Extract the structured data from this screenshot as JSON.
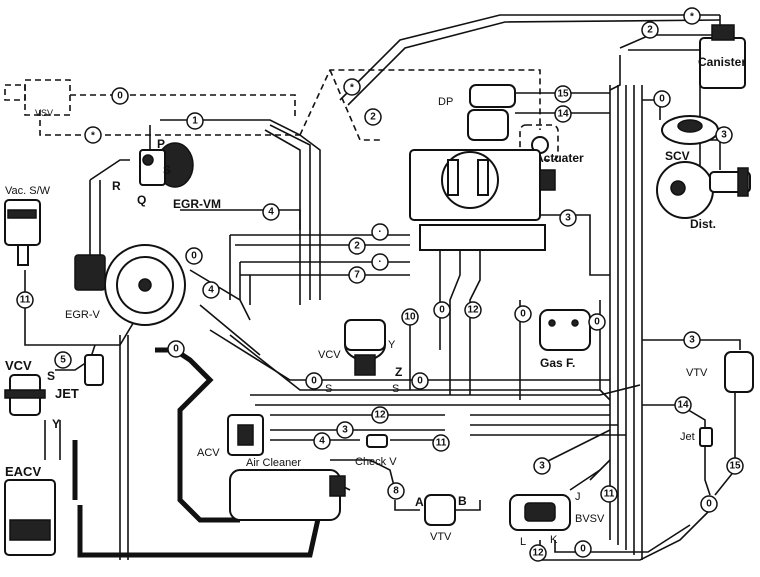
{
  "components": {
    "canister": "Canister",
    "vsv": "VSV",
    "dp": "DP",
    "actuater": "Actuater",
    "scv": "SCV",
    "dist": "Dist.",
    "vac_sw": "Vac. S/W",
    "egr_vm": "EGR-VM",
    "egr_v": "EGR-V",
    "vcv_left": "VCV",
    "jet_left": "JET",
    "eacv": "EACV",
    "vcv_mid": "VCV",
    "gas_f": "Gas  F.",
    "vtv_right": "VTV",
    "jet_right": "Jet",
    "acv": "ACV",
    "air_cleaner": "Air Cleaner",
    "check_v": "Check  V",
    "vtv_bottom": "VTV",
    "bvsv": "BVSV"
  },
  "port_letters": {
    "p": "P",
    "r": "R",
    "s_egr": "S",
    "q": "Q",
    "s_vcv": "S",
    "y_vcv": "Y",
    "y_mid": "Y",
    "z_mid": "Z",
    "s_mid_1": "S",
    "s_mid_2": "S",
    "a": "A",
    "b": "B",
    "j": "J",
    "l": "L",
    "k": "K"
  },
  "hose_labels": {
    "h_0_vsv": "0",
    "h_star_vsv": "*",
    "h_star_canister": "*",
    "h_2_canister": "2",
    "h_1_top": "1",
    "h_star_mid": "*",
    "h_2_mid": "2",
    "h_15_dp": "15",
    "h_14_dp": "14",
    "h_0_scv": "0",
    "h_3_scv": "3",
    "h_4_egr": "4",
    "h_2_egr": "2",
    "h_dot_1": "·",
    "h_dot_2": "·",
    "h_7_egr": "7",
    "h_0_egrvm": "0",
    "h_4_egrv": "4",
    "h_3_throttle": "3",
    "h_11_vac": "11",
    "h_10_vcv": "10",
    "h_0_a": "0",
    "h_12_a": "12",
    "h_0_b": "0",
    "h_0_gas": "0",
    "h_5_vcv": "5",
    "h_0_air": "0",
    "h_0_vcvmid": "0",
    "h_0_vcvmid2": "0",
    "h_3_vtv": "3",
    "h_12_acv": "12",
    "h_3_acv": "3",
    "h_4_acv": "4",
    "h_11_checkv": "11",
    "h_14_jet": "14",
    "h_15_jet": "15",
    "h_0_vtv": "0",
    "h_3_bvsv": "3",
    "h_11_bvsv": "11",
    "h_8_checkv": "8",
    "h_0_bottom": "0",
    "h_12_bottom": "12"
  }
}
